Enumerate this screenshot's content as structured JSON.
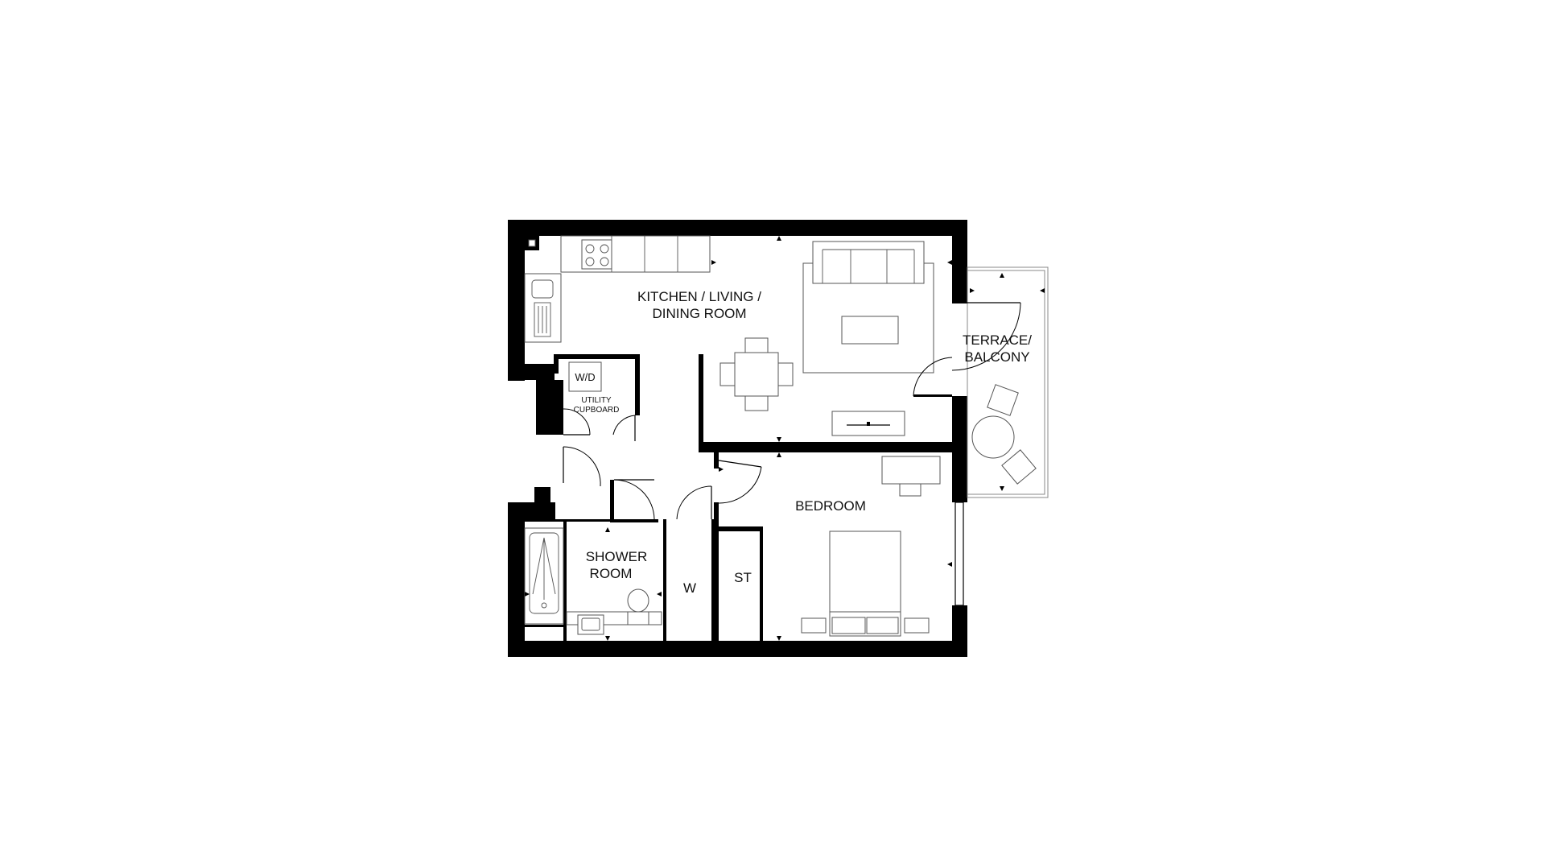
{
  "plan": {
    "rooms": {
      "kitchen_line1": "KITCHEN / LIVING /",
      "kitchen_line2": "DINING ROOM",
      "terrace_line1": "TERRACE/",
      "terrace_line2": "BALCONY",
      "bedroom": "BEDROOM",
      "shower_line1": "SHOWER",
      "shower_line2": "ROOM",
      "wardrobe": "W",
      "store": "ST",
      "wd": "W/D",
      "utility_line1": "UTILITY",
      "utility_line2": "CUPBOARD"
    },
    "colors": {
      "walls": "#000000",
      "background": "#ffffff",
      "fixtures": "#555555"
    }
  }
}
